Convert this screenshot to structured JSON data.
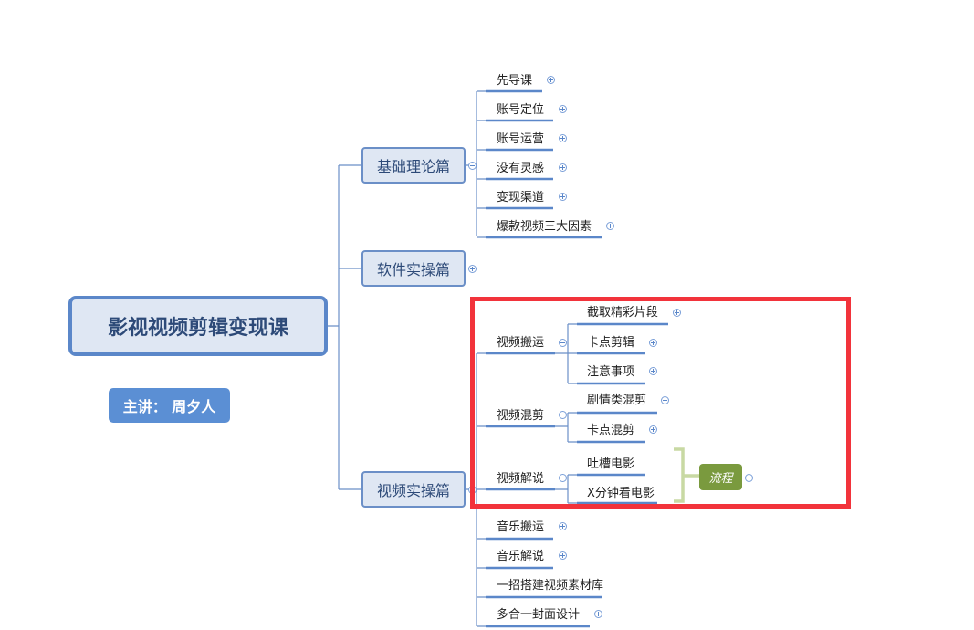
{
  "root": {
    "title": "影视视频剪辑变现课"
  },
  "presenter": {
    "label": "主讲： 周夕人"
  },
  "branches": [
    {
      "label": "基础理论篇",
      "collapsed": false,
      "children": [
        "先导课",
        "账号定位",
        "账号运营",
        "没有灵感",
        "变现渠道",
        "爆款视频三大因素"
      ]
    },
    {
      "label": "软件实操篇",
      "collapsed": true,
      "children": []
    },
    {
      "label": "视频实操篇",
      "collapsed": false,
      "subgroups": [
        {
          "label": "视频搬运",
          "children": [
            "截取精彩片段",
            "卡点剪辑",
            "注意事项"
          ]
        },
        {
          "label": "视频混剪",
          "children": [
            "剧情类混剪",
            "卡点混剪"
          ]
        },
        {
          "label": "视频解说",
          "children": [
            "吐槽电影",
            "X分钟看电影"
          ],
          "summary": "流程"
        }
      ],
      "children": [
        "音乐搬运",
        "音乐解说",
        "一招搭建视频素材库",
        "多合一封面设计"
      ]
    }
  ],
  "colors": {
    "accent": "#5b87c9",
    "highlight": "#f2333b",
    "summary": "#7a9a3e",
    "bracket": "#c8d9a3"
  }
}
